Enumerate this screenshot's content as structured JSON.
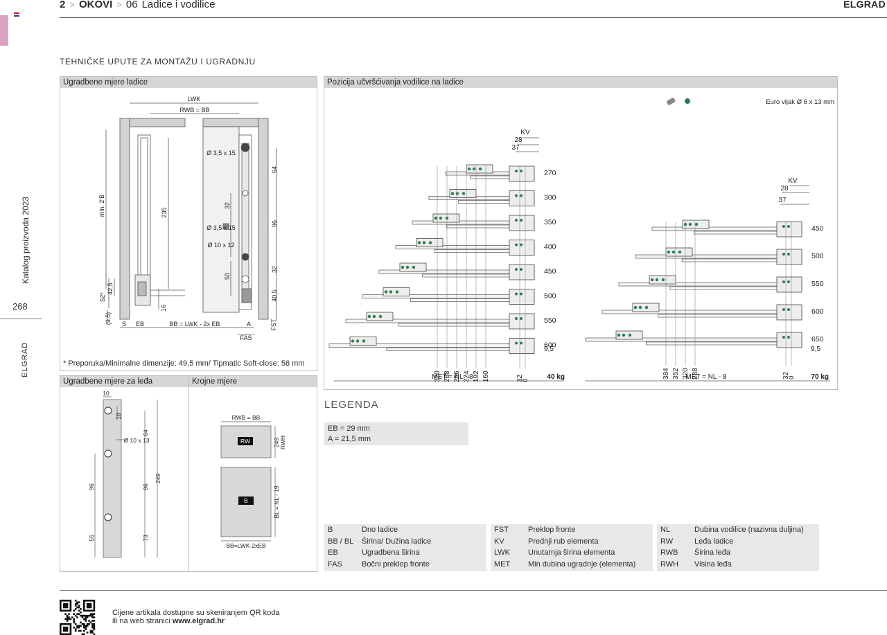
{
  "header": {
    "crumb_num": "2",
    "crumb_section": "OKOVI",
    "crumb_sub_num": "06",
    "crumb_sub": "Ladice i vodilice",
    "brand": "ELGRAD"
  },
  "sidebar": {
    "catalog": "Katalog proizvoda 2023",
    "page": "268",
    "brand": "ELGRAD"
  },
  "section_title": "TEHNIČKE UPUTE ZA MONTAŽU I UGRADNJU",
  "panels": {
    "install": {
      "title": "Ugradbene mjere ladice",
      "note": "* Preporuka/Minimalne dimenzije: 49,5 mm/ Tipmatic Soft-close: 58 mm",
      "labels": {
        "lwk": "LWK",
        "rwb": "RWB = BB",
        "min": "min. 2'B",
        "d235": "235",
        "d52": "52*",
        "d425": "42,5",
        "d16": "16",
        "d95": "(9,5)",
        "s": "S",
        "eb": "EB",
        "bb": "BB = LWK - 2x EB",
        "a": "A",
        "fas": "FAS",
        "fst": "FST",
        "screw1": "Ø 3,5 x 15",
        "screw2": "Ø 3,5 x 15",
        "dowel": "Ø 10 x 12",
        "d64": "64",
        "d96": "96",
        "d32a": "32",
        "d32b": "32",
        "d50": "50",
        "d405": "40,5"
      }
    },
    "position": {
      "title": "Pozicija učvršćivanja vodilice na ladice",
      "screw": "Euro vijak Ø 6 x 13 mm",
      "left": {
        "kv": "KV",
        "d28": "28",
        "d37": "37",
        "sizes": [
          "270",
          "300",
          "350",
          "400",
          "450",
          "500",
          "550",
          "600"
        ],
        "d95": "9,5",
        "bottom": [
          "320",
          "288",
          "256",
          "224",
          "192",
          "160",
          "32",
          "0"
        ],
        "met": "MET = NL - 8",
        "load": "40 kg"
      },
      "right": {
        "kv": "KV",
        "d28": "28",
        "d37": "37",
        "sizes": [
          "450",
          "500",
          "550",
          "600",
          "650"
        ],
        "d95": "9,5",
        "bottom": [
          "384",
          "352",
          "320",
          "288",
          "32",
          "0"
        ],
        "met": "MET = NL - 8",
        "load": "70 kg"
      }
    },
    "back": {
      "title": "Ugradbene mjere za leđa",
      "labels": {
        "d10": "10",
        "d18": "18",
        "hole": "Ø 10 x 13",
        "d64": "64",
        "d96a": "96",
        "d96b": "96",
        "d249": "249",
        "d55": "55",
        "d73": "73"
      }
    },
    "cut": {
      "title": "Krojne mjere",
      "labels": {
        "rwb": "RWB = BB",
        "rw": "RW",
        "d249": "249",
        "rwh": "RWH",
        "b": "B",
        "bl": "BL = NL - 19",
        "bb": "BB=LWK-2xEB"
      }
    }
  },
  "legend": {
    "title": "LEGENDA",
    "items": [
      "EB = 29 mm",
      "A = 21,5 mm"
    ]
  },
  "abbreviations": [
    [
      {
        "k": "B",
        "v": "Dno ladice"
      },
      {
        "k": "BB / BL",
        "v": "Širina/ Dužina ladice"
      },
      {
        "k": "EB",
        "v": "Ugradbena širina"
      },
      {
        "k": "FAS",
        "v": "Bočni preklop fronte"
      }
    ],
    [
      {
        "k": "FST",
        "v": "Preklop fronte"
      },
      {
        "k": "KV",
        "v": "Prednji rub elementa"
      },
      {
        "k": "LWK",
        "v": "Unutarnja širina elementa"
      },
      {
        "k": "MET",
        "v": "Min dubina ugradnje (elementa)"
      }
    ],
    [
      {
        "k": "NL",
        "v": "Dubina vodilice (nazivna duljina)"
      },
      {
        "k": "RW",
        "v": "Leđa ladice"
      },
      {
        "k": "RWB",
        "v": "Širina leđa"
      },
      {
        "k": "RWH",
        "v": "Visina leđa"
      }
    ]
  ],
  "footer": {
    "line1": "Cijene artikala dostupne su skeniranjem QR koda",
    "line2_prefix": "ili na web stranici ",
    "line2_link": "www.elgrad.hr"
  },
  "colors": {
    "panel_head": "#d6d6d6",
    "frame": "#d0d0d0",
    "rail_green": "#2e7d4f",
    "pink_tab": "#d9a4c0"
  }
}
